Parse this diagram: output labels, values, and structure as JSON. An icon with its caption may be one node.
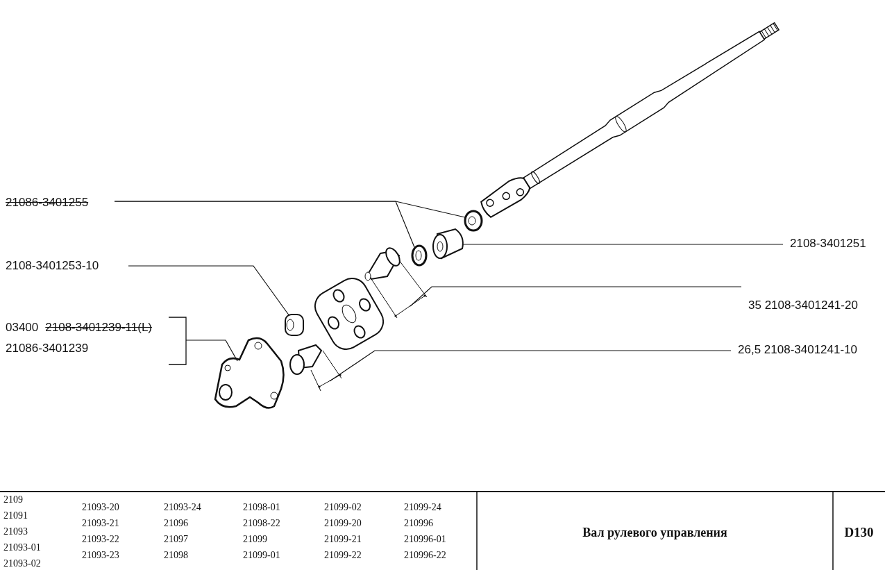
{
  "diagram": {
    "title": "Вал рулевого управления",
    "nodes": [
      {
        "text": [
          "21086-3401255"
        ]
      },
      {
        "text": [
          "2108-3401253-10"
        ]
      },
      {
        "text": [
          "03400",
          "2108-3401239-11(L)",
          "21086-3401239"
        ]
      },
      {
        "text": [
          "2108-3401251"
        ]
      },
      {
        "text": [
          "35 2108-3401241-20"
        ]
      },
      {
        "text": [
          "26,5 2108-3401241-10"
        ]
      },
      {
        "text": [],
        "shape": "picture"
      },
      {
        "text": [],
        "shape": "picture"
      },
      {
        "text": [],
        "shape": "picture"
      },
      {
        "text": [],
        "shape": "picture"
      },
      {
        "text": [],
        "shape": "picture"
      },
      {
        "text": [],
        "shape": "picture"
      },
      {
        "text": [],
        "shape": "picture"
      }
    ],
    "edges": [
      {
        "from": 0,
        "to": 6,
        "arrow": "none"
      },
      {
        "from": 0,
        "to": 7,
        "arrow": "none"
      },
      {
        "from": 1,
        "to": 10,
        "arrow": "none"
      },
      {
        "from": 2,
        "to": 12,
        "arrow": "none"
      },
      {
        "from": 3,
        "to": 8,
        "arrow": "none"
      },
      {
        "from": 4,
        "to": 9,
        "arrow": "none"
      },
      {
        "from": 5,
        "to": 11,
        "arrow": "none"
      }
    ],
    "labels": [
      "2109",
      "21091",
      "21093",
      "21093-01",
      "21093-02",
      "21093-20",
      "21093-24",
      "21098-01",
      "21099-02",
      "21099-24",
      "21093-21",
      "21096",
      "21098-22",
      "21099-20",
      "210996",
      "21093-22",
      "21097",
      "21099",
      "21099-21",
      "210996-01",
      "21093-23",
      "21098",
      "21099-01",
      "21099-22",
      "210996-22",
      "D130"
    ]
  }
}
